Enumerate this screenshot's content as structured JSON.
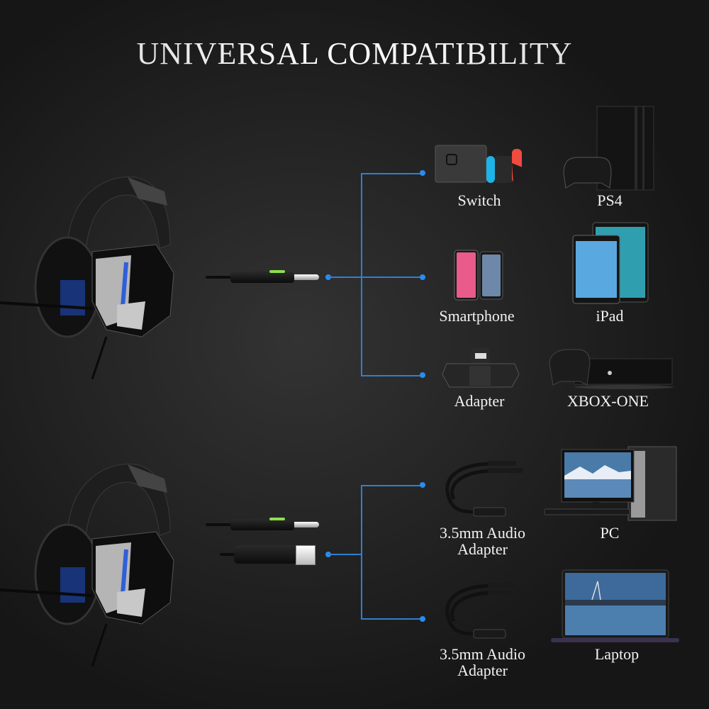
{
  "title": "UNIVERSAL COMPATIBILITY",
  "colors": {
    "background": "#1c1c1c",
    "connector_line": "#2f7fd0",
    "connector_dot": "#2a8cf0",
    "label_text": "#f2f2f2",
    "headset_accent": "#2f5fd8",
    "plug_led": "#8ce04a"
  },
  "sections": [
    {
      "id": "console-mobile",
      "connector": "3.5mm 4-pole plug",
      "devices": [
        {
          "label": "Switch",
          "icon": "nintendo-switch-icon"
        },
        {
          "label": "PS4",
          "icon": "ps4-console-icon"
        },
        {
          "label": "Smartphone",
          "icon": "smartphone-icon"
        },
        {
          "label": "iPad",
          "icon": "ipad-icon"
        },
        {
          "label": "Adapter",
          "icon": "xbox-stereo-adapter-icon"
        },
        {
          "label": "XBOX-ONE",
          "icon": "xbox-one-console-icon"
        }
      ]
    },
    {
      "id": "computer",
      "connector": "3.5mm plug + USB",
      "devices": [
        {
          "label_line1": "3.5mm Audio",
          "label_line2": "Adapter",
          "icon": "audio-splitter-cable-icon"
        },
        {
          "label": "PC",
          "icon": "desktop-pc-icon"
        },
        {
          "label_line1": "3.5mm Audio",
          "label_line2": "Adapter",
          "icon": "audio-splitter-cable-icon"
        },
        {
          "label": "Laptop",
          "icon": "laptop-icon"
        }
      ]
    }
  ]
}
